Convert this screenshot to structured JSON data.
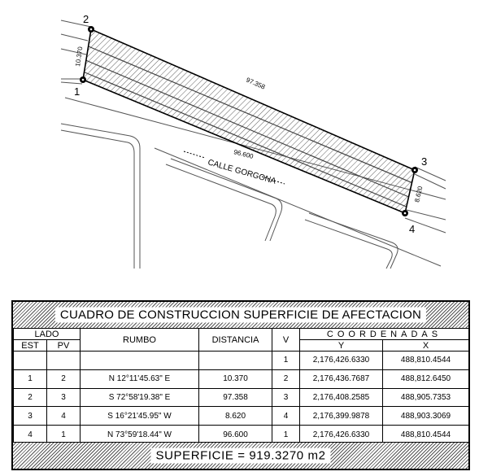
{
  "plan": {
    "vertices": [
      "1",
      "2",
      "3",
      "4"
    ],
    "dim_1_2": "10.370",
    "dim_2_3": "97.358",
    "dim_3_4": "8.620",
    "dim_4_1": "96.600",
    "street": "CALLE GORGONA"
  },
  "table": {
    "title": "CUADRO DE CONSTRUCCION SUPERFICIE DE AFECTACION",
    "headers": {
      "lado": "LADO",
      "est": "EST",
      "pv": "PV",
      "rumbo": "RUMBO",
      "distancia": "DISTANCIA",
      "v": "V",
      "coordenadas": "COORDENADAS",
      "y": "Y",
      "x": "X"
    },
    "rows": [
      {
        "est": "",
        "pv": "",
        "rumbo": "",
        "distancia": "",
        "v": "1",
        "y": "2,176,426.6330",
        "x": "488,810.4544"
      },
      {
        "est": "1",
        "pv": "2",
        "rumbo": "N 12°11'45.63\" E",
        "distancia": "10.370",
        "v": "2",
        "y": "2,176,436.7687",
        "x": "488,812.6450"
      },
      {
        "est": "2",
        "pv": "3",
        "rumbo": "S 72°58'19.38\" E",
        "distancia": "97.358",
        "v": "3",
        "y": "2,176,408.2585",
        "x": "488,905.7353"
      },
      {
        "est": "3",
        "pv": "4",
        "rumbo": "S 16°21'45.95\" W",
        "distancia": "8.620",
        "v": "4",
        "y": "2,176,399.9878",
        "x": "488,903.3069"
      },
      {
        "est": "4",
        "pv": "1",
        "rumbo": "N 73°59'18.44\" W",
        "distancia": "96.600",
        "v": "1",
        "y": "2,176,426.6330",
        "x": "488,810.4544"
      }
    ],
    "superficie": "SUPERFICIE = 919.3270 m2"
  }
}
